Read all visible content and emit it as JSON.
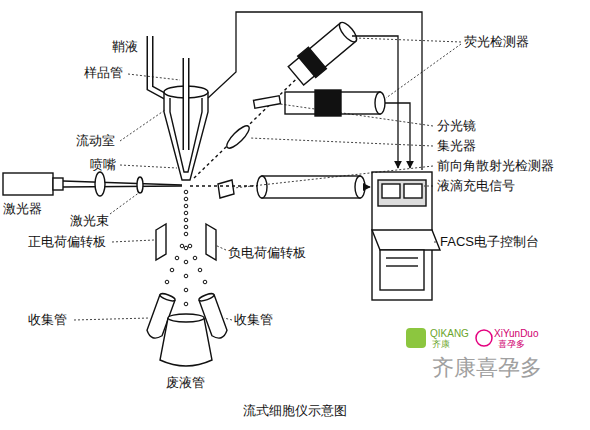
{
  "diagram": {
    "caption": "流式细胞仪示意图",
    "labels": [
      "鞘液",
      "样品管",
      "流动室",
      "喷嘴",
      "激光器",
      "激光束",
      "正电荷偏转板",
      "负电荷偏转板",
      "收集管",
      "收集管",
      "废液管",
      "荧光检测器",
      "分光镜",
      "集光器",
      "前向角散射光检测器",
      "液滴充电信号",
      "FACS电子控制台",
      "QIKANG",
      "齐康",
      "XiYunDuo",
      "喜孕多",
      "齐康喜孕多"
    ]
  }
}
